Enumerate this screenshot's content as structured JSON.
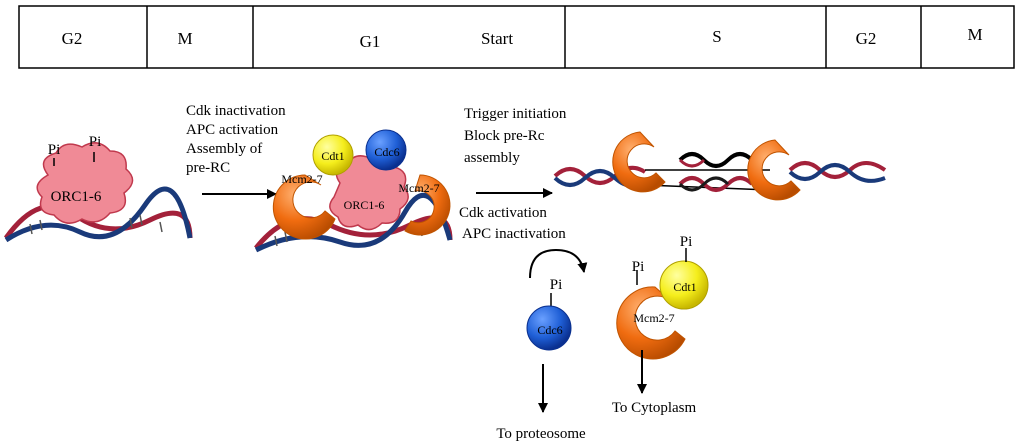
{
  "phases": [
    "G2",
    "M",
    "G1",
    "Start",
    "S",
    "G2",
    "M"
  ],
  "notes": {
    "step1": [
      "Cdk inactivation",
      "APC activation",
      "Assembly of",
      "pre-RC"
    ],
    "step2": [
      "Trigger initiation",
      "Block pre-Rc",
      "assembly"
    ],
    "step3": [
      "Cdk activation",
      "APC inactivation"
    ]
  },
  "molecules": {
    "orc": "ORC1-6",
    "cdt1": "Cdt1",
    "cdc6": "Cdc6",
    "mcm": "Mcm2-7",
    "pi": "Pi"
  },
  "destinations": {
    "proteosome": "To proteosome",
    "cytoplasm": "To Cytoplasm"
  },
  "colors": {
    "dna_red": "#a3213a",
    "dna_blue": "#1a3a7a",
    "orc_pink": "#f08a96",
    "cdt1_yellow": "#f5ee1c",
    "cdc6_blue": "#1f5fd6",
    "mcm_orange": "#f06c10"
  }
}
